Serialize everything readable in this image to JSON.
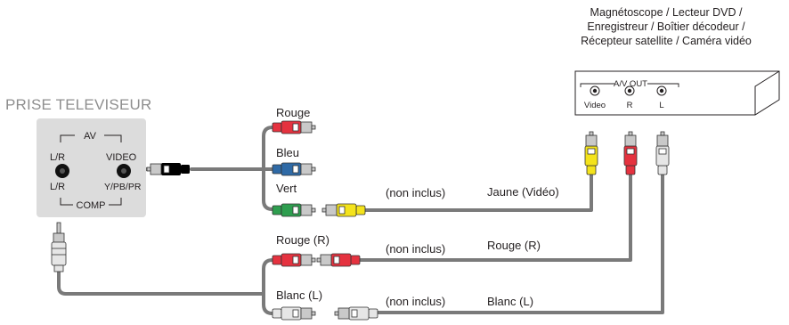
{
  "tv_panel": {
    "title": "PRISE TELEVISEUR",
    "av_label": "AV",
    "lr_top_label": "L/R",
    "video_label": "VIDEO",
    "lr_bottom_label": "L/R",
    "ypbpr_label": "Y/PB/PR",
    "comp_label": "COMP"
  },
  "device": {
    "caption_lines": [
      "Magnétoscope / Lecteur DVD /",
      "Enregistreur / Boîtier décodeur /",
      "Récepteur satellite / Caméra vidéo"
    ],
    "av_out_label": "A/V OUT",
    "jacks": [
      "Video",
      "R",
      "L"
    ]
  },
  "plugs": {
    "red_label": "Rouge",
    "blue_label": "Bleu",
    "green_label": "Vert",
    "rouge_r_label": "Rouge (R)",
    "blanc_l_label": "Blanc (L)"
  },
  "cables": {
    "video_not_included": "(non inclus)",
    "video_name": "Jaune (Vidéo)",
    "red_not_included": "(non inclus)",
    "red_name": "Rouge (R)",
    "white_not_included": "(non inclus)",
    "white_name": "Blanc (L)"
  },
  "colors": {
    "cable": "#7a7a7a",
    "panel": "#dcdcdc",
    "red": "#e5323f",
    "blue": "#2f6aa6",
    "green": "#2e9e4f",
    "yellow": "#f4e31c",
    "white": "#e6e6e6"
  }
}
